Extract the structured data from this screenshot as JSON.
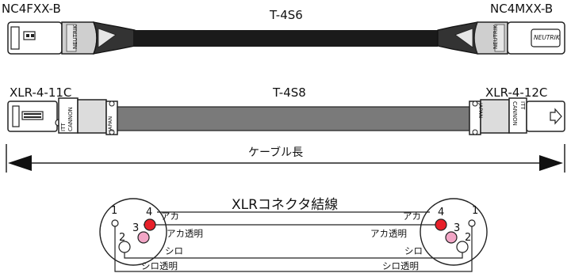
{
  "cable_top": {
    "left_connector": "NC4FXX-B",
    "right_connector": "NC4MXX-B",
    "cable": "T-4S6",
    "brand": "NEUTRIK"
  },
  "cable_bottom": {
    "left_connector": "XLR-4-11C",
    "right_connector": "XLR-4-12C",
    "cable": "T-4S8",
    "brand": "CANNON",
    "maker": "ITT",
    "origin": "JAPAN"
  },
  "length_label": "ケーブル長",
  "wiring": {
    "title": "XLRコネクタ結線",
    "wires": [
      "アカ",
      "アカ透明",
      "シロ",
      "シロ透明"
    ],
    "pins": [
      "1",
      "2",
      "3",
      "4"
    ],
    "colors": {
      "red": "#e8202a",
      "pink": "#f2a6c6",
      "white": "#ffffff"
    }
  }
}
